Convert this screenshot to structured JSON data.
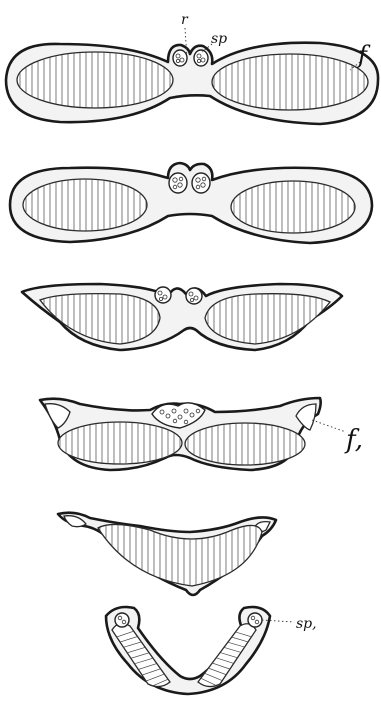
{
  "labels": {
    "r": "r",
    "sp": "sp",
    "f": "f",
    "f1": "f,",
    "sp1": "sp,"
  }
}
